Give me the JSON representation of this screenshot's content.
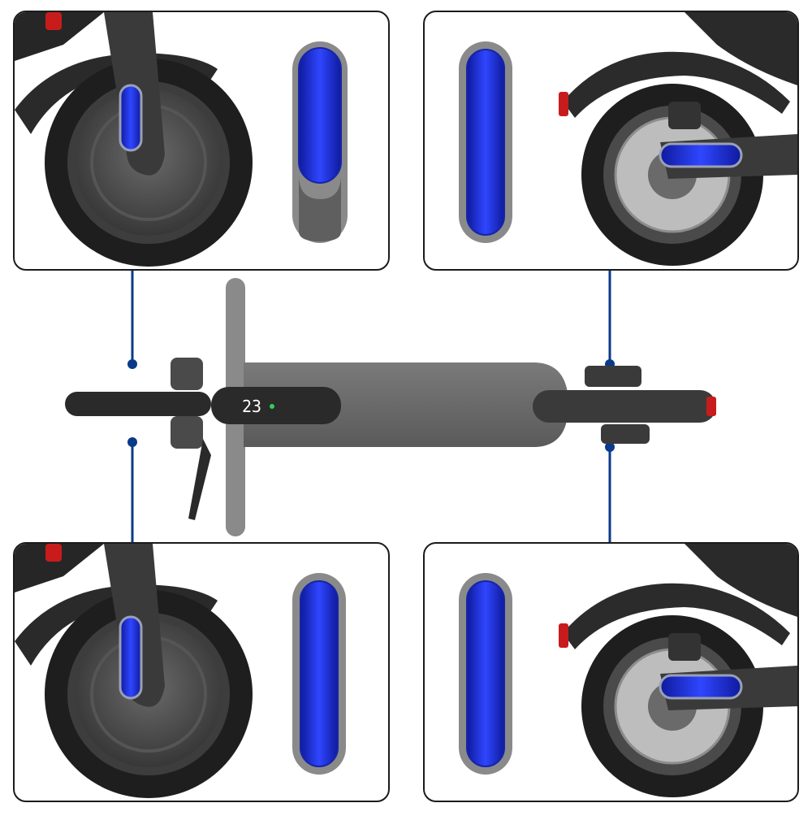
{
  "colors": {
    "connector": "#0a3a8a",
    "panel_border": "#1b1b1b",
    "reflector_blue": "#1f2fd6",
    "reflector_blue_dark": "#0f1a9c",
    "tire": "#1e1e1e",
    "rim": "#3a3a3a",
    "deck": "#6b6b6b",
    "frame": "#2a2a2a",
    "rear_light": "#c81c1c"
  },
  "display": {
    "speed_text": "23"
  },
  "panels": [
    {
      "id": "front-wheel-reflector-closeup-1",
      "reflector": "front-cover-style"
    },
    {
      "id": "rear-wheel-reflector-closeup-1",
      "reflector": "rear-strip-style"
    },
    {
      "id": "front-wheel-reflector-closeup-2",
      "reflector": "front-strip-style"
    },
    {
      "id": "rear-wheel-reflector-closeup-2",
      "reflector": "rear-strip-style"
    }
  ]
}
